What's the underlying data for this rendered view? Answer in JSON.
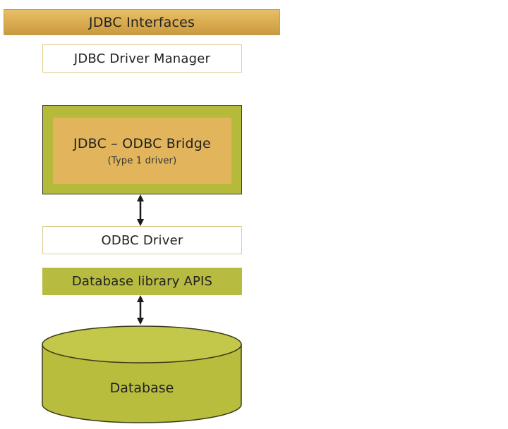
{
  "diagram": {
    "interfaces_label": "JDBC Interfaces",
    "driver_manager_label": "JDBC Driver Manager",
    "bridge": {
      "title": "JDBC – ODBC Bridge",
      "subtitle": "(Type 1 driver)"
    },
    "odbc_driver_label": "ODBC Driver",
    "db_library_label": "Database library APIS",
    "database_label": "Database"
  },
  "colors": {
    "interfaces_bar": "#d9aa4e",
    "bridge_outer": "#b5ba3a",
    "bridge_inner": "#e2b55c",
    "db_library": "#b7bb40",
    "database": "#b9bd3d",
    "arrow": "#1a1a1a"
  }
}
